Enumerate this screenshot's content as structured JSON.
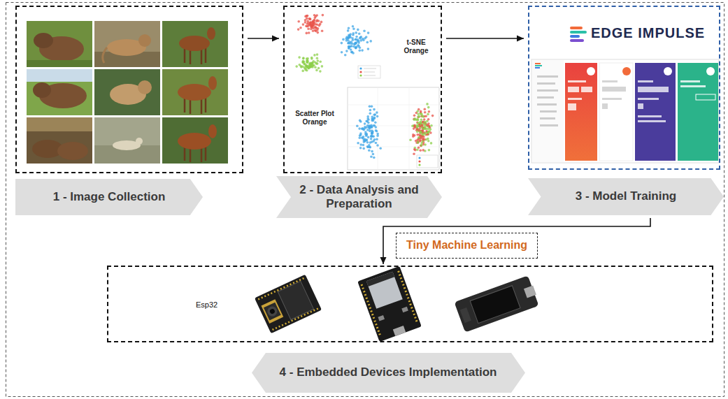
{
  "diagram": {
    "nodes": [
      {
        "text": [
          "1 - Image Collection"
        ]
      },
      {
        "text": [
          "2 - Data Analysis and Preparation"
        ]
      },
      {
        "text": [
          "3 - Model Training"
        ]
      },
      {
        "text": [
          "4 - Embedded Devices Implementation"
        ]
      }
    ],
    "edges": [
      {
        "from": 0,
        "to": 1,
        "arrow": "to"
      },
      {
        "from": 1,
        "to": 2,
        "arrow": "to"
      },
      {
        "from": 2,
        "to": 3,
        "arrow": "to",
        "label": "Tiny Machine Learning"
      }
    ],
    "labels": [
      "t-SNE Orange",
      "Scatter Plot Orange",
      "EDGE IMPULSE",
      "Esp32"
    ]
  }
}
